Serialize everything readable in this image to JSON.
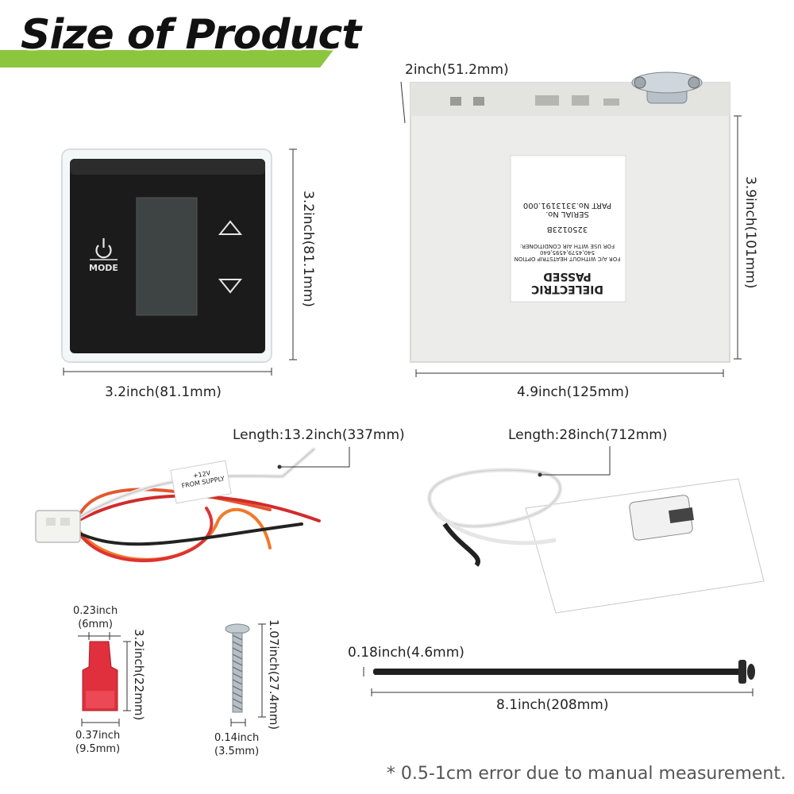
{
  "header": {
    "title": "Size of Product"
  },
  "thermostat": {
    "mode_label": "MODE",
    "width_label": "3.2inch(81.1mm)",
    "height_label": "3.2inch(81.1mm)"
  },
  "control_box": {
    "depth_label": "2inch(51.2mm)",
    "height_label": "3.9inch(101mm)",
    "width_label": "4.9inch(125mm)",
    "sticker_lines": [
      "DIELECTRIC",
      "PASSED",
      "FOR A/C WITHOUT HEATSTRIP OPTION",
      "540,4579,4595,640",
      "FOR USE WITH AIR CONDITIONER:",
      "3250123B",
      "SERIAL No.",
      "PART No.3313191.000"
    ]
  },
  "harness": {
    "length_label": "Length:13.2inch(337mm)",
    "tag_lines": [
      "+12V",
      "FROM SUPPLY"
    ]
  },
  "sensor": {
    "length_label": "Length:28inch(712mm)"
  },
  "connector": {
    "top_label": "0.23inch\n(6mm)",
    "length_label": "3.2inch(22mm)",
    "bottom_label": "0.37inch\n(9.5mm)"
  },
  "screw": {
    "length_label": "1.07inch(27.4mm)",
    "bottom_label": "0.14inch\n(3.5mm)"
  },
  "rod": {
    "diameter_label": "0.18inch(4.6mm)",
    "length_label": "8.1inch(208mm)"
  },
  "footer": {
    "note": "* 0.5-1cm error due to manual measurement."
  },
  "colors": {
    "accent": "#8cc63f",
    "thermostat_face": "#1a1a1a",
    "box": "#ededeb"
  }
}
